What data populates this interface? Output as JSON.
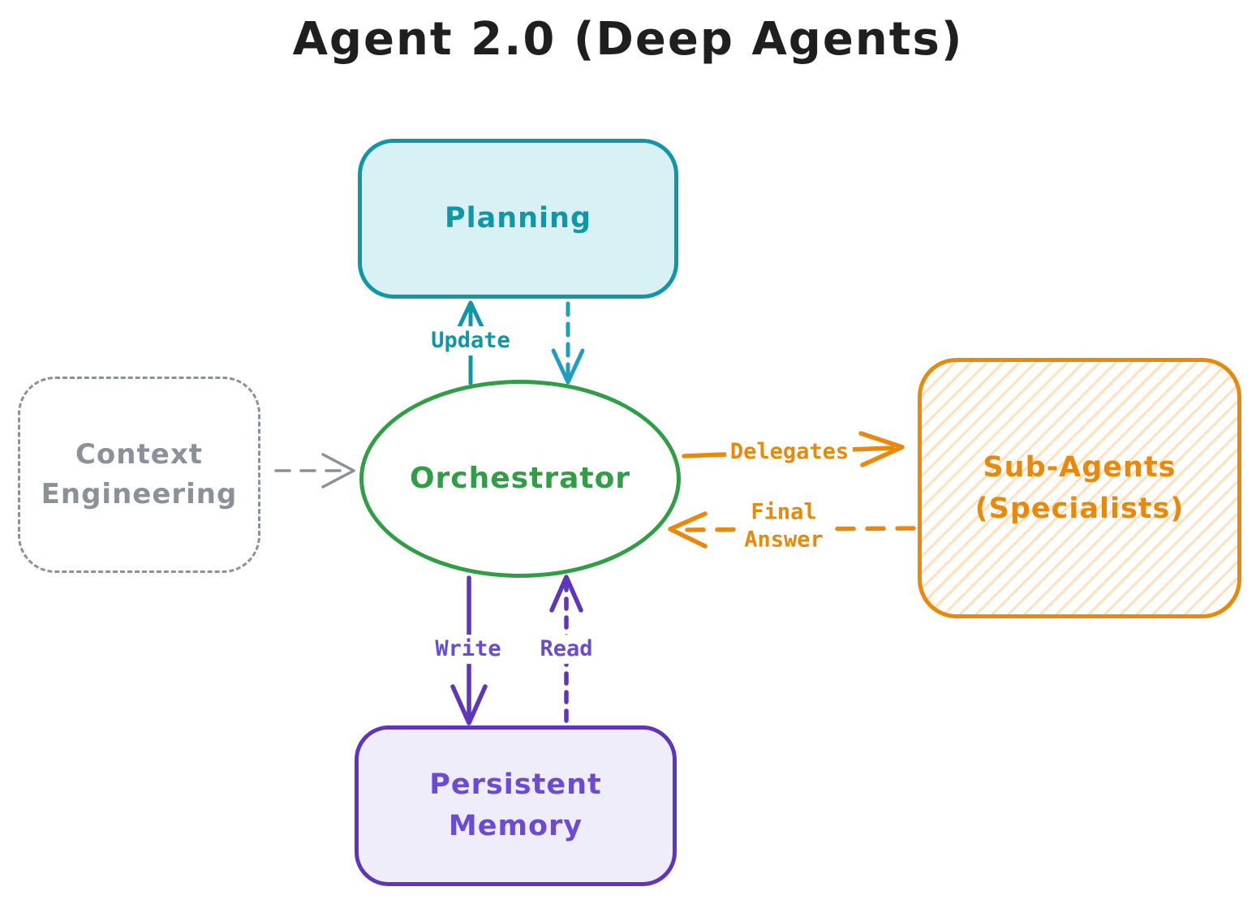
{
  "title": "Agent 2.0 (Deep Agents)",
  "colors": {
    "teal": "#0f97a7",
    "teal_arrow": "#1f9fbd",
    "teal_fill": "#d8f1f4",
    "green": "#2f9e44",
    "orange": "#e8890c",
    "orange_hatch": "#ffe0bb",
    "violet": "#5e36b9",
    "violet_text": "#6b4bd6",
    "violet_fill": "#f0edfa",
    "gray": "#8a9199",
    "ink": "#1f1f1f",
    "bg": "#ffffff"
  },
  "nodes": {
    "planning": {
      "label": "Planning"
    },
    "orchestrator": {
      "label": "Orchestrator"
    },
    "context_engineering": {
      "lines": [
        "Context",
        "Engineering"
      ]
    },
    "sub_agents": {
      "lines": [
        "Sub-Agents",
        "(Specialists)"
      ]
    },
    "persistent_memory": {
      "lines": [
        "Persistent",
        "Memory"
      ]
    }
  },
  "edges": {
    "update": {
      "label": "Update",
      "style": "solid",
      "from": "orchestrator",
      "to": "planning"
    },
    "planning_feedback": {
      "label": "",
      "style": "dashed",
      "from": "planning",
      "to": "orchestrator"
    },
    "context_input": {
      "label": "",
      "style": "dashed",
      "from": "context_engineering",
      "to": "orchestrator"
    },
    "delegates": {
      "label": "Delegates",
      "style": "solid",
      "from": "orchestrator",
      "to": "sub_agents"
    },
    "final_answer": {
      "lines": [
        "Final",
        "Answer"
      ],
      "style": "dashed",
      "from": "sub_agents",
      "to": "orchestrator"
    },
    "write": {
      "label": "Write",
      "style": "solid",
      "from": "orchestrator",
      "to": "persistent_memory"
    },
    "read": {
      "label": "Read",
      "style": "dashed",
      "from": "persistent_memory",
      "to": "orchestrator"
    }
  }
}
